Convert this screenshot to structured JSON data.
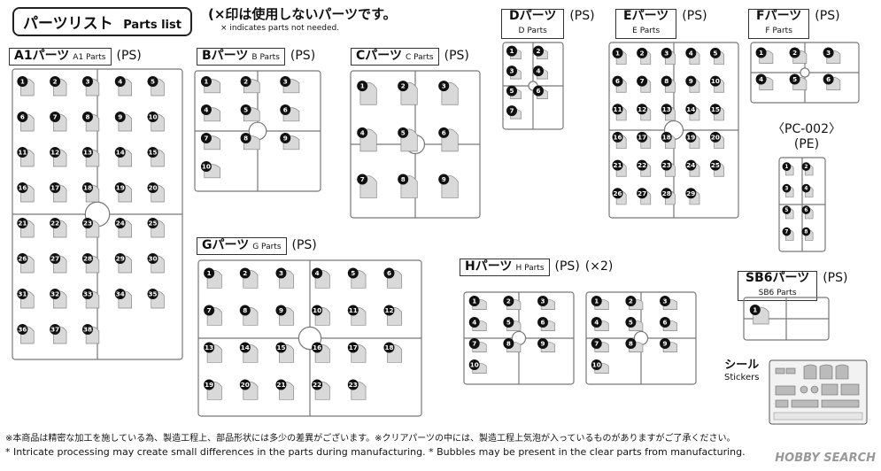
{
  "header": {
    "title_jp": "パーツリスト",
    "title_en": "Parts list",
    "note_jp": "(×印は使用しないパーツです。",
    "note_en": "× indicates parts not needed."
  },
  "sheets": [
    {
      "id": "a1",
      "jp": "A1パーツ",
      "en": "A1 Parts",
      "mat": "(PS)",
      "parts": [
        "1",
        "2",
        "3",
        "4",
        "5",
        "6",
        "7",
        "8",
        "9",
        "10",
        "11",
        "12",
        "13",
        "14",
        "15",
        "16",
        "17",
        "18",
        "19",
        "20",
        "21",
        "22",
        "23",
        "24",
        "25",
        "26",
        "27",
        "28",
        "29",
        "30",
        "31",
        "32",
        "33",
        "34",
        "35",
        "36",
        "37",
        "38"
      ]
    },
    {
      "id": "b",
      "jp": "Bパーツ",
      "en": "B Parts",
      "mat": "(PS)",
      "parts": [
        "1",
        "2",
        "3",
        "4",
        "5",
        "6",
        "7",
        "8",
        "9",
        "10"
      ]
    },
    {
      "id": "c",
      "jp": "Cパーツ",
      "en": "C Parts",
      "mat": "(PS)",
      "parts": [
        "1",
        "2",
        "3",
        "4",
        "5",
        "6",
        "7",
        "8",
        "9"
      ]
    },
    {
      "id": "d",
      "jp": "Dパーツ",
      "en": "D Parts",
      "mat": "(PS)",
      "parts": [
        "1",
        "2",
        "3",
        "4",
        "5",
        "6",
        "7"
      ]
    },
    {
      "id": "e",
      "jp": "Eパーツ",
      "en": "E Parts",
      "mat": "(PS)",
      "parts": [
        "1",
        "2",
        "3",
        "4",
        "5",
        "6",
        "7",
        "8",
        "9",
        "10",
        "11",
        "12",
        "13",
        "14",
        "15",
        "16",
        "17",
        "18",
        "19",
        "20",
        "21",
        "22",
        "23",
        "24",
        "25",
        "26",
        "27",
        "28",
        "29"
      ]
    },
    {
      "id": "f",
      "jp": "Fパーツ",
      "en": "F Parts",
      "mat": "(PS)",
      "parts": [
        "1",
        "2",
        "3",
        "4",
        "5",
        "6"
      ]
    },
    {
      "id": "pc",
      "jp": "〈PC-002〉",
      "en": "",
      "mat": "(PE)",
      "parts": [
        "1",
        "2",
        "3",
        "4",
        "5",
        "6",
        "7",
        "8"
      ]
    },
    {
      "id": "g",
      "jp": "Gパーツ",
      "en": "G Parts",
      "mat": "(PS)",
      "parts": [
        "1",
        "2",
        "3",
        "4",
        "5",
        "6",
        "7",
        "8",
        "9",
        "10",
        "11",
        "12",
        "13",
        "14",
        "15",
        "16",
        "17",
        "18",
        "19",
        "20",
        "21",
        "22",
        "23"
      ]
    },
    {
      "id": "h",
      "jp": "Hパーツ",
      "en": "H Parts",
      "mat": "(PS)",
      "qty": "(×2)",
      "parts": [
        "1",
        "2",
        "3",
        "4",
        "5",
        "6",
        "7",
        "8",
        "9",
        "10"
      ]
    },
    {
      "id": "sb6",
      "jp": "SB6パーツ",
      "en": "SB6 Parts",
      "mat": "(PS)",
      "parts": [
        "1"
      ]
    }
  ],
  "stickers": {
    "jp": "シール",
    "en": "Stickers"
  },
  "footer": {
    "note_jp": "※本商品は精密な加工を施している為、製造工程上、部品形状には多少の差異がございます。※クリアパーツの中には、製造工程上気泡が入っているものがありますがご了承ください。",
    "note_en": "* Intricate processing may create small differences in the parts during manufacturing. * Bubbles may be present in the clear parts from manufacturing."
  },
  "watermark": "HOBBY SEARCH"
}
